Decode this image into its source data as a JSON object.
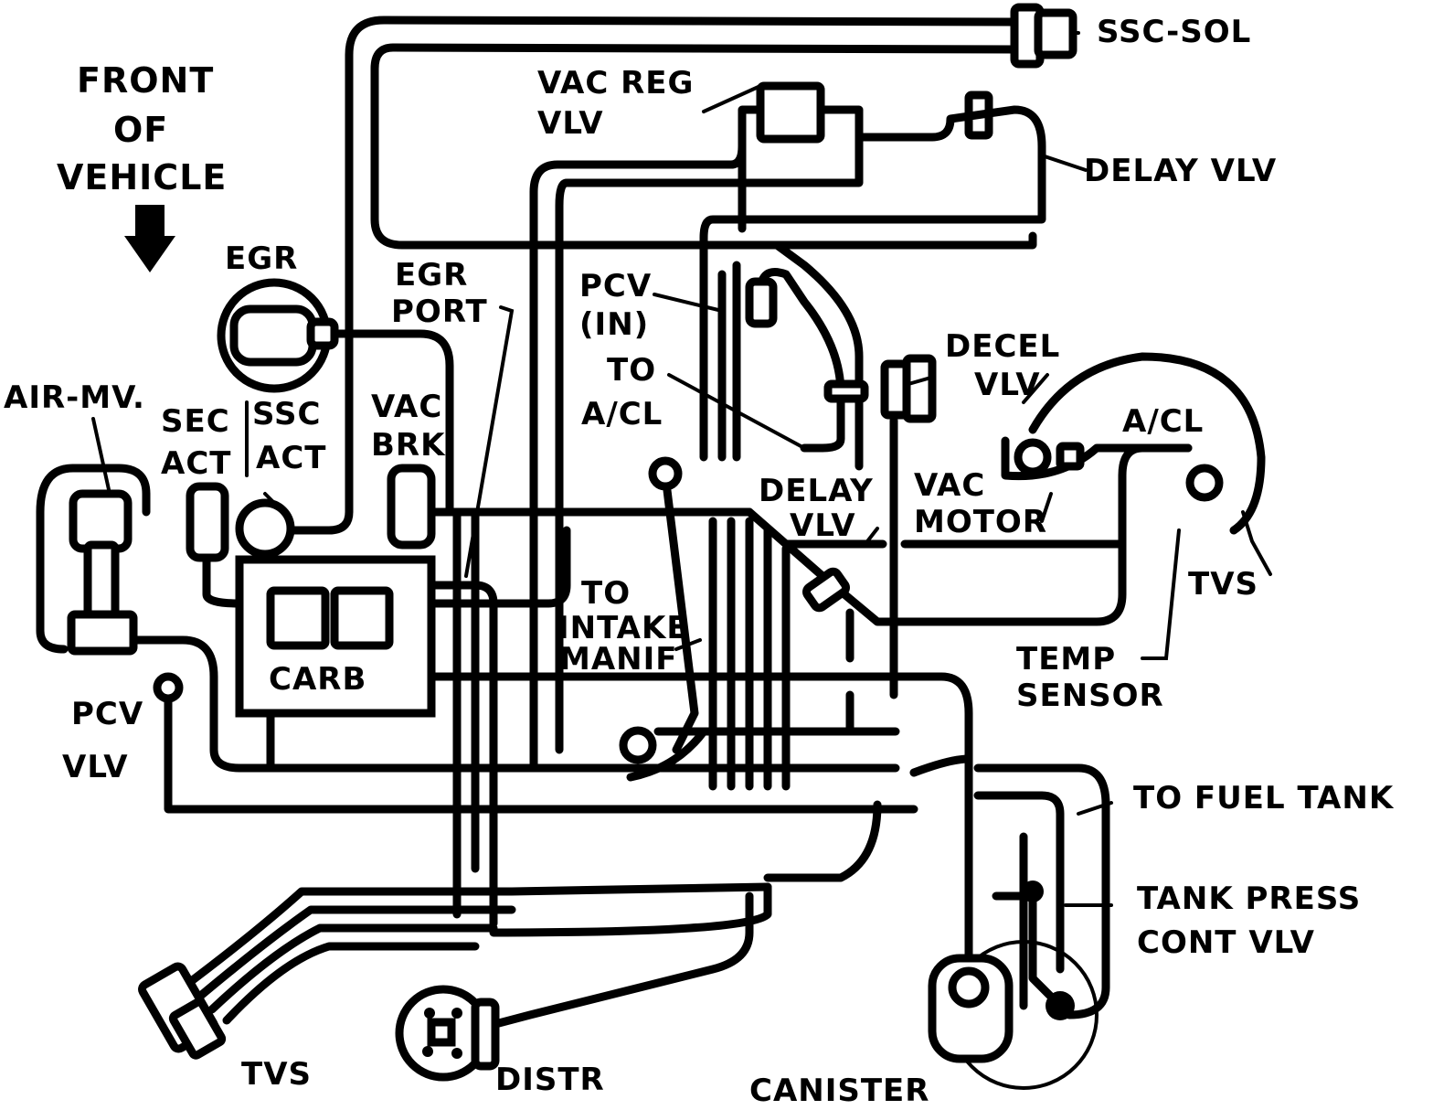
{
  "labels": {
    "front_of_vehicle": [
      "FRONT",
      "OF",
      "VEHICLE"
    ],
    "ssc_sol": "SSC-SOL",
    "vac_reg_vlv": [
      "VAC REG",
      "VLV"
    ],
    "delay_vlv_top": "DELAY VLV",
    "egr": "EGR",
    "egr_port": [
      "EGR",
      "PORT"
    ],
    "pcv_in": [
      "PCV",
      "(IN)"
    ],
    "to_acl": [
      "TO",
      "A/CL"
    ],
    "decel_vlv": [
      "DECEL",
      "VLV"
    ],
    "air_mv": "AIR-MV.",
    "sec_act": [
      "SEC",
      "ACT"
    ],
    "ssc_act": [
      "SSC",
      "ACT"
    ],
    "vac_brk": [
      "VAC",
      "BRK"
    ],
    "acl": "A/CL",
    "delay_vlv_mid": [
      "DELAY",
      "VLV"
    ],
    "vac_motor": [
      "VAC",
      "MOTOR"
    ],
    "tvs_right": "TVS",
    "to_intake_manif": [
      "TO",
      "INTAKE",
      "MANIF"
    ],
    "temp_sensor": [
      "TEMP",
      "SENSOR"
    ],
    "carb": "CARB",
    "pcv_vlv": [
      "PCV",
      "VLV"
    ],
    "to_fuel_tank": "TO FUEL TANK",
    "tank_press_cont_vlv": [
      "TANK PRESS",
      "CONT VLV"
    ],
    "tvs_bottom": "TVS",
    "distr": "DISTR",
    "canister": "CANISTER"
  },
  "colors": {
    "line": "#000000",
    "background": "#ffffff"
  },
  "icons": {
    "front_arrow": "down-arrow-icon"
  }
}
